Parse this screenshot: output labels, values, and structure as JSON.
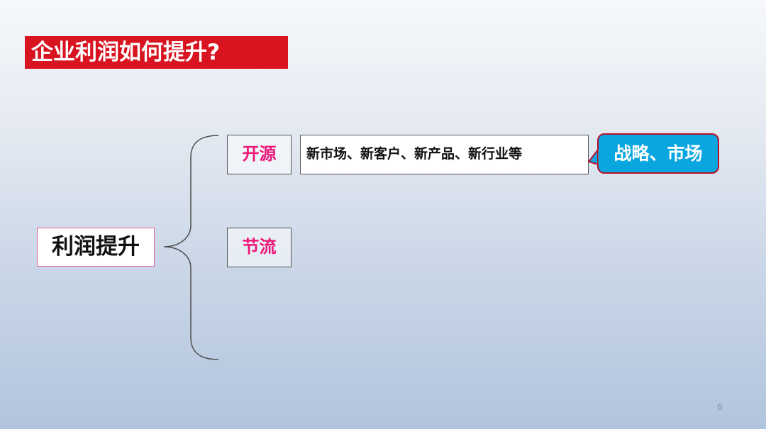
{
  "slide": {
    "title": "企业利润如何提升?",
    "page_number": "6"
  },
  "diagram": {
    "root": "利润提升",
    "branches": [
      {
        "label": "开源",
        "detail": "新市场、新客户、新产品、新行业等",
        "callout": "战略、市场"
      },
      {
        "label": "节流"
      }
    ]
  },
  "colors": {
    "title_background": "#d7141f",
    "branch_text": "#ee1779",
    "root_border": "#e0609c",
    "callout_fill": "#0aa6e0",
    "callout_border": "#b5122a"
  }
}
